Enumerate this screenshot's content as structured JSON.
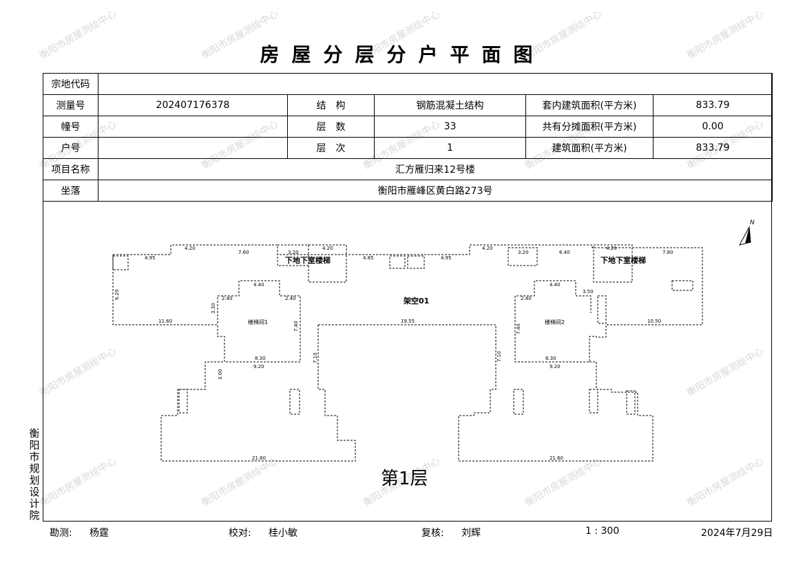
{
  "title": "房屋分层分户平面图",
  "table": {
    "zd_label": "宗地代码",
    "zd_value": "",
    "clh_label": "测量号",
    "clh_value": "202407176378",
    "jg_label": "结　构",
    "jg_value": "钢筋混凝土结构",
    "tn_label": "套内建筑面积(平方米)",
    "tn_value": "833.79",
    "zh_label": "幢号",
    "zh_value": "",
    "cs_label": "层　数",
    "cs_value": "33",
    "gy_label": "共有分摊面积(平方米)",
    "gy_value": "0.00",
    "hh_label": "户号",
    "hh_value": "",
    "cc_label": "层　次",
    "cc_value": "1",
    "jz_label": "建筑面积(平方米)",
    "jz_value": "833.79",
    "xm_label": "项目名称",
    "xm_value": "汇方雁归来12号楼",
    "zl_label": "坐落",
    "zl_value": "衡阳市雁峰区黄白路273号"
  },
  "plan": {
    "center_label": "架空01",
    "stair_left": "楼梯间1",
    "stair_right": "楼梯间2",
    "basement_left": "下地下室楼梯",
    "basement_right": "下地下室楼梯",
    "floor_label": "第1层",
    "north": "N",
    "dims": {
      "d420a": "4.20",
      "d760": "7.60",
      "d495": "4.95",
      "d320": "3.20",
      "d420b": "4.20",
      "d485": "4.85",
      "d495b": "4.95",
      "d420c": "4.20",
      "d320b": "3.20",
      "d640": "6.40",
      "d420d": "4.20",
      "d780": "7.80",
      "d440a": "4.40",
      "d240a": "2.40",
      "d240b": "2.40",
      "d440b": "4.40",
      "d240c": "2.40",
      "d350": "3.50",
      "d1160": "11.60",
      "d1955": "19.55",
      "d1050": "10.50",
      "d820": "6.20",
      "d830a": "8.30",
      "d920a": "9.20",
      "d830b": "8.30",
      "d920b": "9.20",
      "d2160a": "21.60",
      "d2160b": "21.60",
      "d740a": "7.40",
      "d740b": "7.40",
      "d710a": "7.10",
      "d710b": "7.10",
      "d330": "3.30",
      "d300": "3.00"
    }
  },
  "side_text": "衡阳市规划设计院",
  "footer": {
    "survey_label": "勘测:",
    "survey_name": "杨霆",
    "check_label": "校对:",
    "check_name": "桂小敏",
    "review_label": "复核:",
    "review_name": "刘辉",
    "scale": "1 : 300",
    "date": "2024年7月29日"
  },
  "watermark": "衡阳市房屋测绘中心"
}
